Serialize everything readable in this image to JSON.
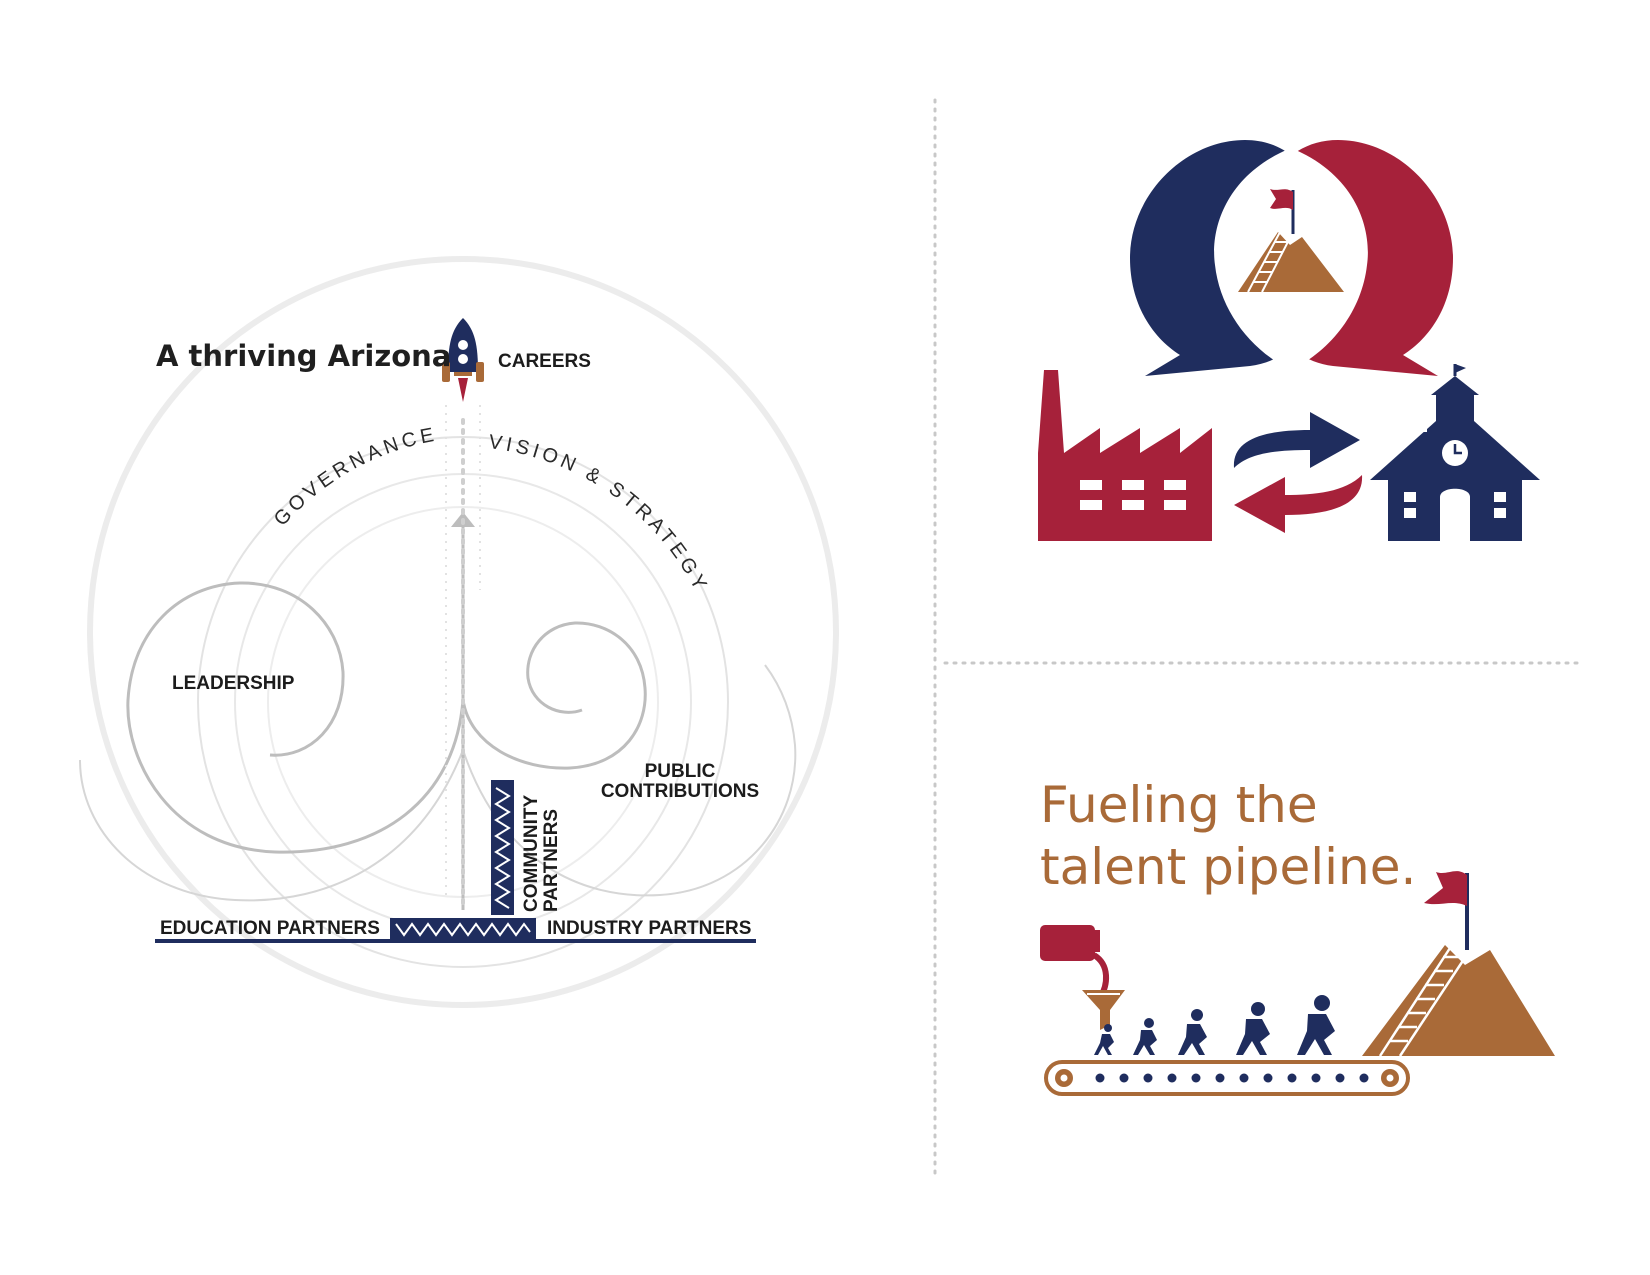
{
  "colors": {
    "navy": "#1f2d5e",
    "red": "#a6213a",
    "copper": "#a96a38",
    "gray": "#bdbdbd",
    "light_gray": "#e8e8e8"
  },
  "diagram": {
    "title": "A thriving Arizona",
    "careers": "CAREERS",
    "governance": "GOVERNANCE",
    "vision_strategy": "VISION & STRATEGY",
    "leadership": "LEADERSHIP",
    "public_contributions_line1": "PUBLIC",
    "public_contributions_line2": "CONTRIBUTIONS",
    "community_partners_line1": "COMMUNITY",
    "community_partners_line2": "PARTNERS",
    "education_partners": "EDUCATION PARTNERS",
    "industry_partners": "INDUSTRY PARTNERS"
  },
  "pipeline": {
    "headline_line1": "Fueling the",
    "headline_line2": "talent pipeline."
  },
  "icons": {
    "rocket": "rocket-icon",
    "speech_bubbles": "speech-bubbles-icon",
    "summit": "mountain-flag-icon",
    "factory": "factory-icon",
    "exchange": "exchange-arrows-icon",
    "school": "schoolhouse-icon",
    "fuel_can": "fuel-can-icon",
    "funnel": "funnel-icon",
    "runners": "runners-icon",
    "conveyor": "conveyor-belt-icon"
  }
}
